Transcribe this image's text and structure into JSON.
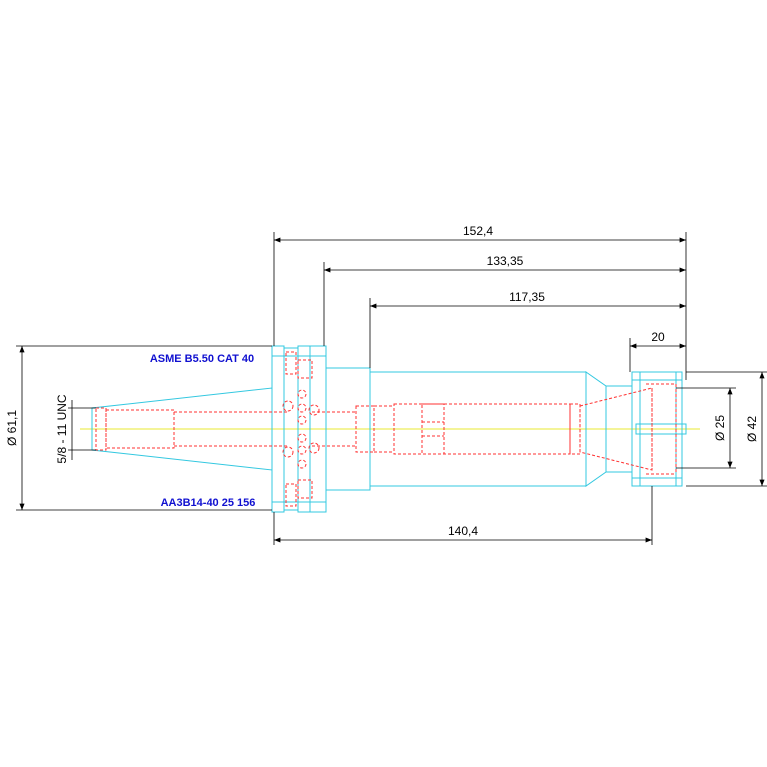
{
  "dimensions": {
    "overall_length": "152,4",
    "length_133": "133,35",
    "length_117": "117,35",
    "nut_length": "20",
    "gauge_length": "140,4",
    "flange_diameter": "Ø  61,1",
    "bore_diameter": "Ø  25",
    "nut_diameter": "Ø  42",
    "thread": "5/8 - 11 UNC"
  },
  "labels": {
    "standard": "ASME B5.50 CAT 40",
    "part_number": "AA3B14-40 25 156"
  },
  "colors": {
    "outline": "#33c8e0",
    "hidden": "#ff3030",
    "center": "#e8e830",
    "label": "#1010d0",
    "dimension": "#000000"
  }
}
